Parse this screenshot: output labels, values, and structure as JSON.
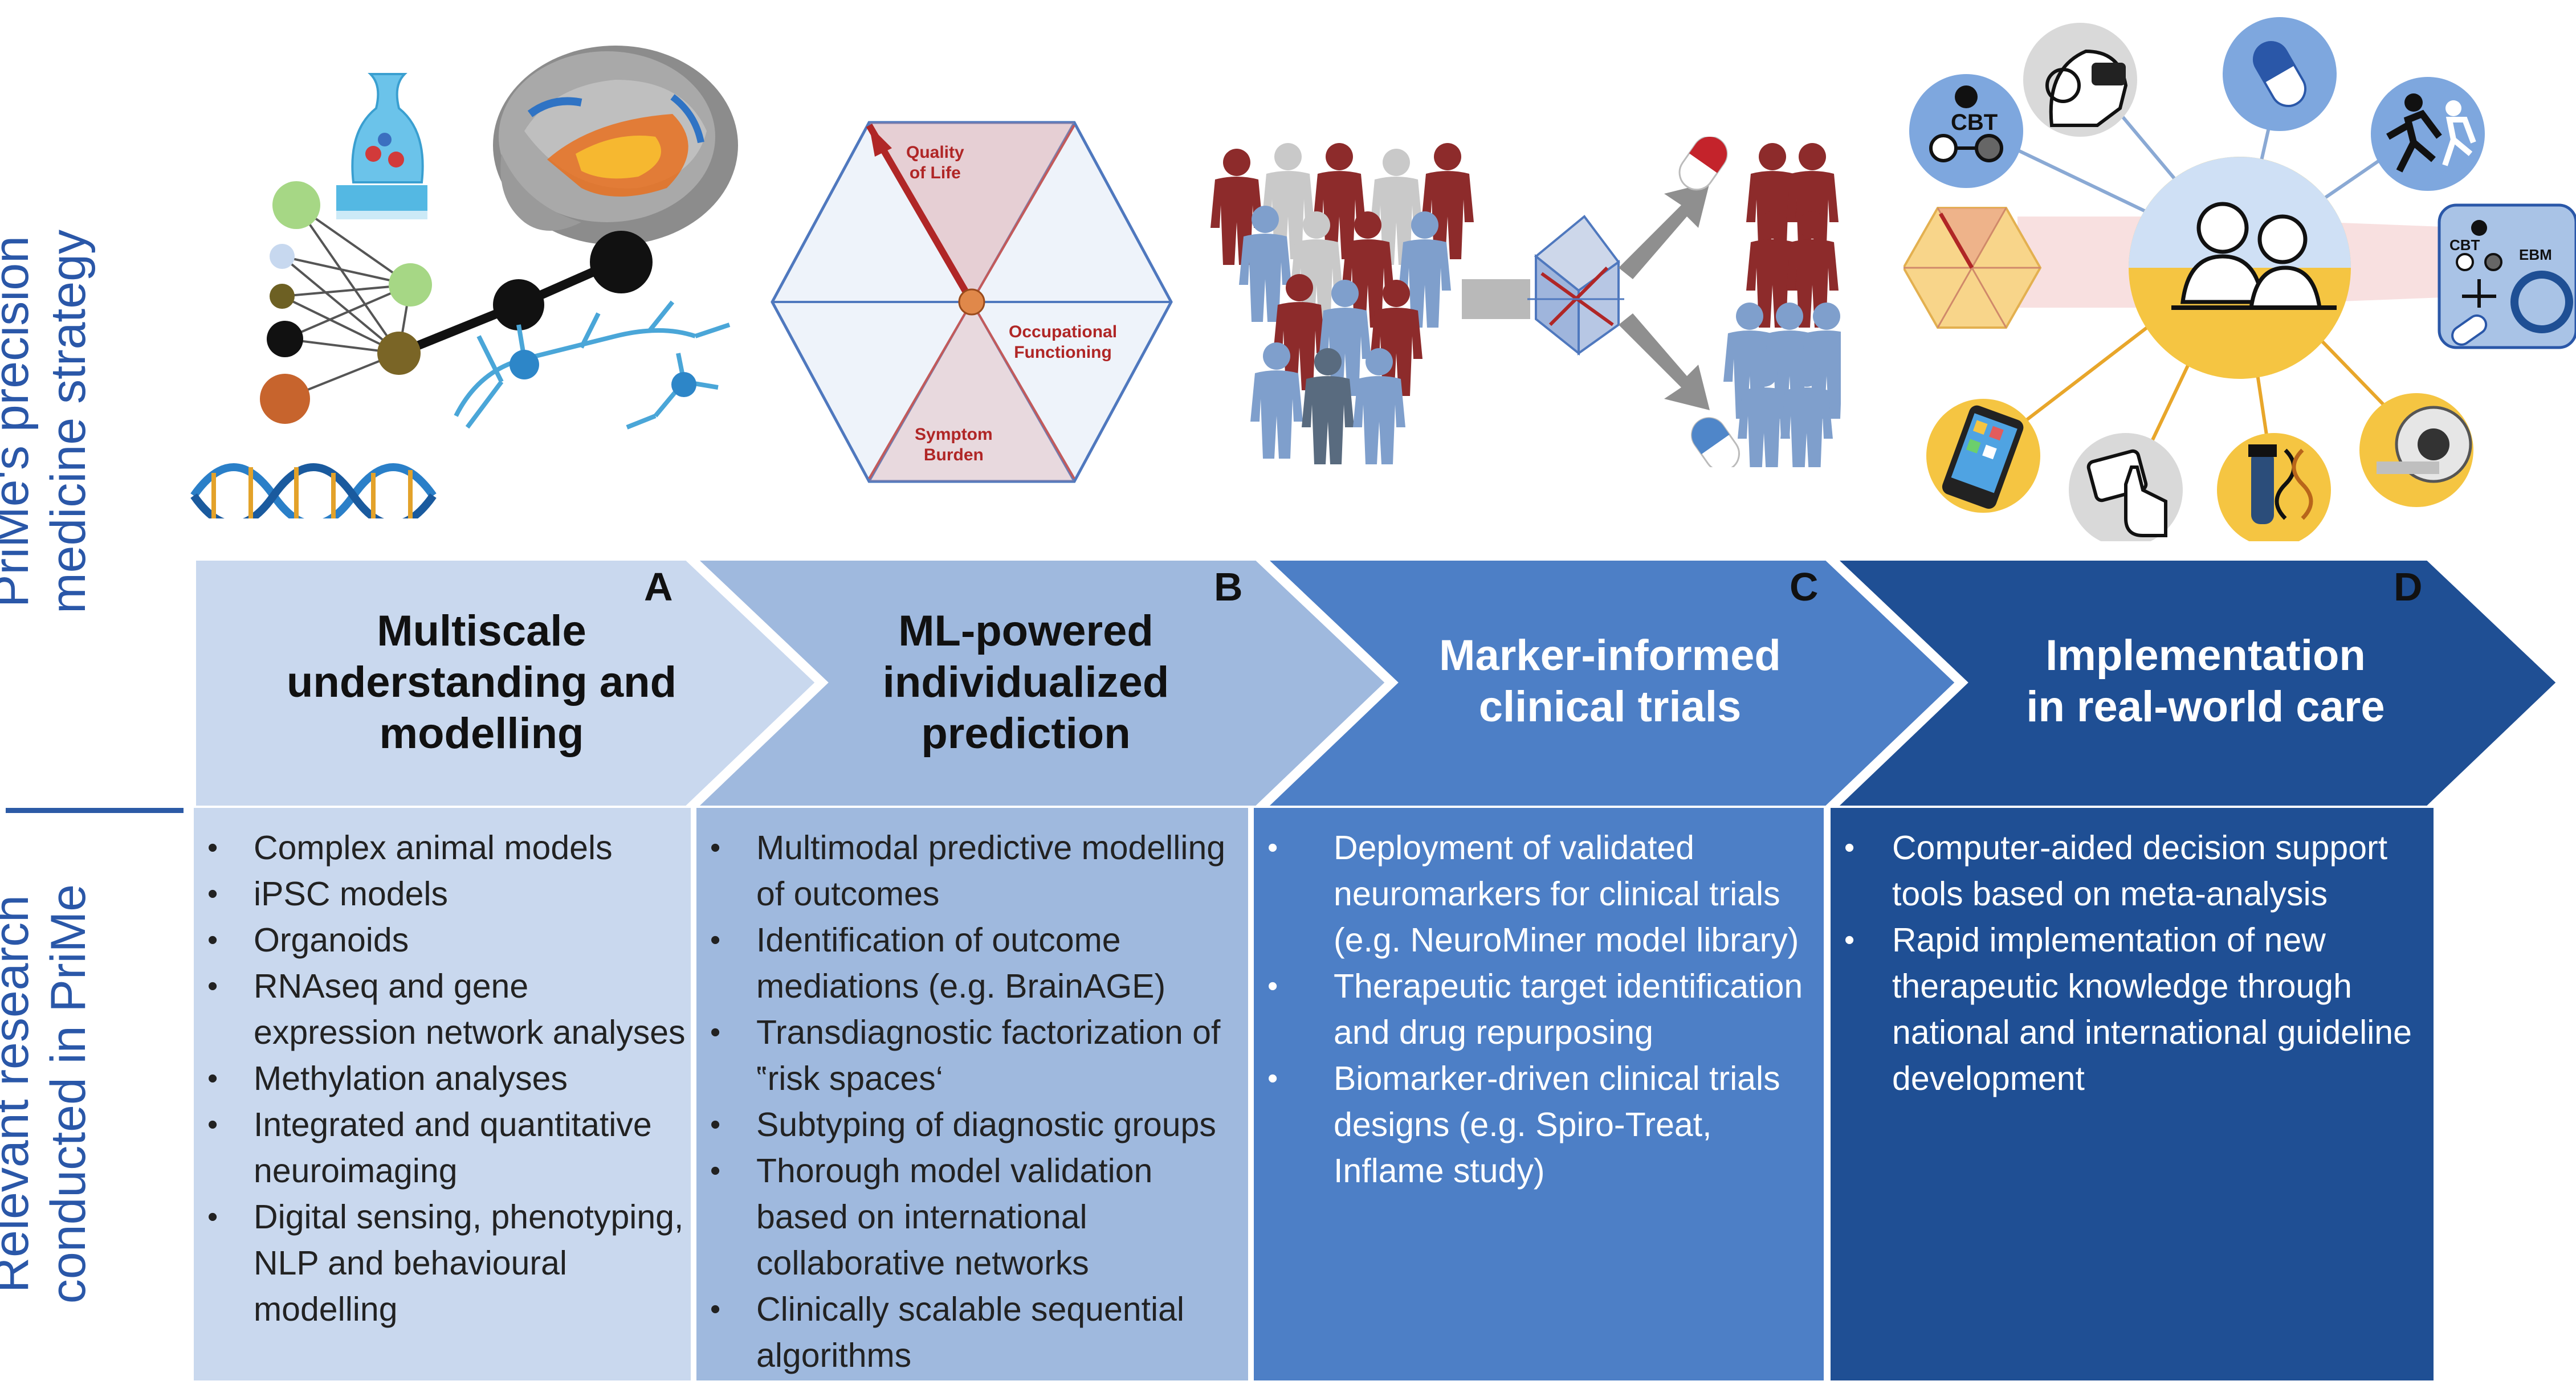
{
  "side_labels": {
    "top": [
      "PriMe's precision",
      "medicine strategy"
    ],
    "bottom": [
      "Relevant research",
      "conducted in PriMe"
    ]
  },
  "stages": [
    {
      "letter": "A",
      "title": [
        "Multiscale",
        "understanding and",
        "modelling"
      ],
      "items": [
        "Complex animal models",
        "iPSC models",
        "Organoids",
        "RNAseq and gene expression network analyses",
        "Methylation analyses",
        "Integrated and quantitative neuroimaging",
        "Digital sensing, phenotyping, NLP and behavioural modelling"
      ]
    },
    {
      "letter": "B",
      "title": [
        "ML-powered",
        "individualized",
        "prediction"
      ],
      "items": [
        "Multimodal predictive modelling of outcomes",
        "Identification of outcome mediations (e.g. BrainAGE)",
        "Transdiagnostic factorization of ‟risk spaces‘",
        "Subtyping of diagnostic groups",
        "Thorough model validation based on international collaborative networks",
        "Clinically scalable sequential algorithms"
      ]
    },
    {
      "letter": "C",
      "title": [
        "Marker-informed",
        "clinical trials"
      ],
      "items": [
        "Deployment of validated neuromarkers for clinical trials (e.g. NeuroMiner model library)",
        "Therapeutic target identification and drug repurposing",
        "Biomarker-driven clinical trials designs (e.g. Spiro-Treat, Inflame study)"
      ]
    },
    {
      "letter": "D",
      "title": [
        "Implementation",
        "in real-world care"
      ],
      "items": [
        "Computer-aided decision support tools based on meta-analysis",
        "Rapid implementation of new therapeutic knowledge through national and international guideline development"
      ]
    }
  ],
  "prediction_diagram": {
    "axes": [
      [
        "Quality",
        "of Life"
      ],
      [
        "Occupational",
        "Functioning"
      ],
      [
        "Symptom",
        "Burden"
      ]
    ]
  },
  "care_icons": {
    "cbt": "CBT",
    "cbt_small": "CBT",
    "ebm": "EBM"
  },
  "colors": {
    "stage_a": "#c9d8ee",
    "stage_b": "#9fb9de",
    "stage_c": "#4d7fc6",
    "stage_d": "#1f4f94",
    "accent_red": "#b02626",
    "label_blue": "#2a57a8"
  }
}
